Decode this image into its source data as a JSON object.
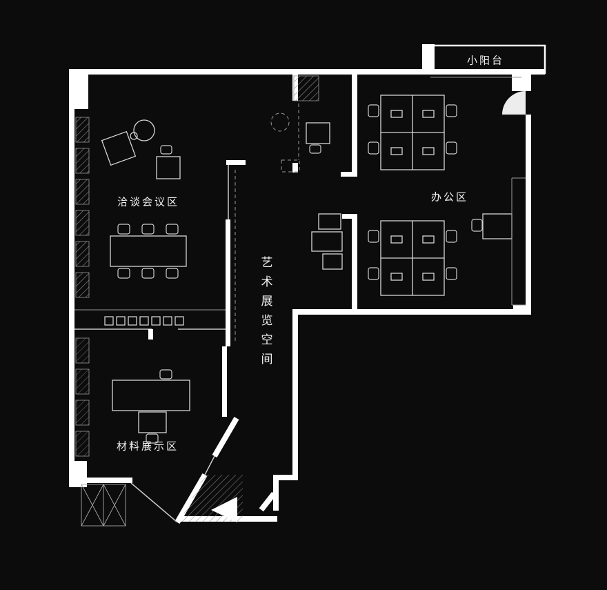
{
  "canvas": {
    "background": "#0c0c0c"
  },
  "colors": {
    "wall": "#ffffff",
    "furniture": "#d6d6d6",
    "hatch": "#8f8f8f",
    "label": "#efefef"
  },
  "labels": {
    "balcony": "小阳台",
    "meeting": "洽谈会议区",
    "office": "办公区",
    "corridor": "艺术展览空间",
    "material": "材料展示区"
  }
}
